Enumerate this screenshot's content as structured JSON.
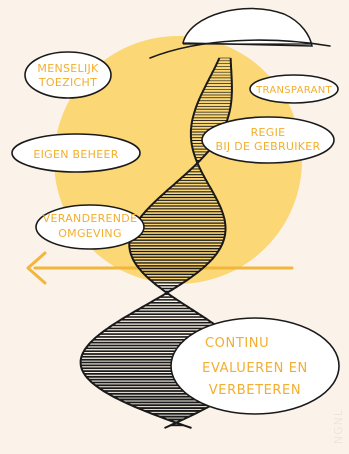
{
  "labels": {
    "human_oversight": [
      "MENSELIJK",
      "TOEZICHT"
    ],
    "transparent": "TRANSPARANT",
    "user_control": [
      "REGIE",
      "BIJ  DE GEBRUIKER"
    ],
    "own_management": "EIGEN BEHEER",
    "changing_environment": [
      "VERANDERENDE",
      "OMGEVING"
    ],
    "continuous_improvement": [
      "CONTINU",
      "EVALUEREN EN",
      "VERBETEREN"
    ]
  },
  "watermark": "NGNL",
  "colors": {
    "background": "#fbf3e9",
    "sun": "#fbd775",
    "accent_text": "#f2ae2e",
    "ink": "#1a1a1a"
  },
  "icons": [
    "arrow-left-icon",
    "dna-helix-icon",
    "dome-icon"
  ]
}
